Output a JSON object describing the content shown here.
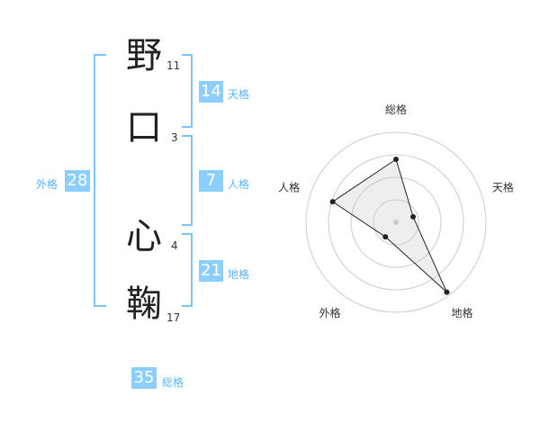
{
  "name": {
    "chars": [
      {
        "char": "野",
        "strokes": "11"
      },
      {
        "char": "口",
        "strokes": "3"
      },
      {
        "char": "心",
        "strokes": "4"
      },
      {
        "char": "鞠",
        "strokes": "17"
      }
    ]
  },
  "fortunes": {
    "tenkaku": {
      "value": "14",
      "label": "天格"
    },
    "jinkaku": {
      "value": "7",
      "label": "人格"
    },
    "chikaku": {
      "value": "21",
      "label": "地格"
    },
    "gaikaku": {
      "value": "28",
      "label": "外格"
    },
    "soukaku": {
      "value": "35",
      "label": "総格"
    }
  },
  "colors": {
    "accent": "#8ccfff",
    "bracket": "#7cc4ff",
    "label": "#59b3ff"
  },
  "chart_data": {
    "type": "radar",
    "axes": [
      "総格",
      "天格",
      "地格",
      "外格",
      "人格"
    ],
    "values": [
      0.7,
      0.2,
      0.96,
      0.2,
      0.74
    ],
    "range": [
      0,
      1
    ],
    "rings": 4
  }
}
